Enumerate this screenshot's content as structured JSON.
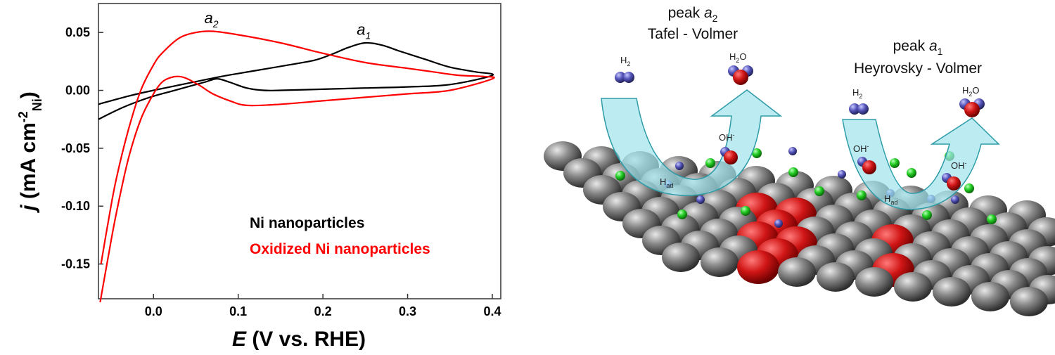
{
  "chart_data": {
    "type": "line",
    "title": "",
    "xlabel_symbol": "E",
    "xlabel_text": " (V vs. RHE)",
    "ylabel_symbol": "j",
    "ylabel_pre": " (mA cm",
    "ylabel_sup": "-2",
    "ylabel_sub": "Ni",
    "ylabel_post": ")",
    "xlim": [
      -0.065,
      0.41
    ],
    "ylim": [
      -0.18,
      0.075
    ],
    "x_ticks": [
      0.0,
      0.1,
      0.2,
      0.3,
      0.4
    ],
    "x_tick_labels": [
      "0.0",
      "0.1",
      "0.2",
      "0.3",
      "0.4"
    ],
    "y_ticks": [
      0.05,
      0.0,
      -0.05,
      -0.1,
      -0.15
    ],
    "y_tick_labels": [
      "0.05",
      "0.00",
      "-0.05",
      "-0.10",
      "-0.15"
    ],
    "grid": false,
    "legend_position": "bottom-right",
    "annotations": [
      {
        "symbol": "a",
        "sub": "2",
        "x": 0.065,
        "y": 0.058
      },
      {
        "symbol": "a",
        "sub": "1",
        "x": 0.245,
        "y": 0.048
      }
    ],
    "series": [
      {
        "name": "Ni nanoparticles",
        "color": "#000000",
        "x": [
          -0.065,
          -0.04,
          -0.02,
          0.0,
          0.02,
          0.04,
          0.06,
          0.075,
          0.09,
          0.11,
          0.13,
          0.15,
          0.2,
          0.25,
          0.3,
          0.35,
          0.4,
          0.38,
          0.35,
          0.32,
          0.29,
          0.27,
          0.25,
          0.23,
          0.21,
          0.19,
          0.16,
          0.12,
          0.08,
          0.04,
          0.0,
          -0.03,
          -0.065
        ],
        "y": [
          -0.025,
          -0.016,
          -0.01,
          -0.005,
          -0.001,
          0.003,
          0.007,
          0.01,
          0.007,
          0.002,
          0.0,
          0.0,
          0.001,
          0.002,
          0.003,
          0.005,
          0.013,
          0.016,
          0.02,
          0.027,
          0.034,
          0.039,
          0.041,
          0.037,
          0.031,
          0.026,
          0.022,
          0.017,
          0.012,
          0.006,
          0.0,
          -0.005,
          -0.012
        ]
      },
      {
        "name": "Oxidized Ni nanoparticles",
        "color": "#ff0000",
        "x": [
          -0.063,
          -0.055,
          -0.045,
          -0.03,
          -0.015,
          0.0,
          0.01,
          0.02,
          0.03,
          0.04,
          0.055,
          0.07,
          0.09,
          0.11,
          0.15,
          0.2,
          0.25,
          0.3,
          0.35,
          0.4,
          0.39,
          0.36,
          0.33,
          0.3,
          0.25,
          0.2,
          0.15,
          0.1,
          0.07,
          0.05,
          0.03,
          0.01,
          0.0,
          -0.015,
          -0.03,
          -0.045,
          -0.055,
          -0.062
        ],
        "y": [
          -0.183,
          -0.15,
          -0.11,
          -0.06,
          -0.025,
          -0.003,
          0.007,
          0.011,
          0.012,
          0.01,
          0.004,
          -0.003,
          -0.009,
          -0.013,
          -0.012,
          -0.009,
          -0.006,
          -0.003,
          0.0,
          0.01,
          0.012,
          0.013,
          0.016,
          0.019,
          0.024,
          0.032,
          0.041,
          0.048,
          0.051,
          0.05,
          0.045,
          0.032,
          0.022,
          0.0,
          -0.035,
          -0.08,
          -0.12,
          -0.15
        ]
      }
    ]
  },
  "scheme": {
    "peak_a2": {
      "line1_pre": "peak ",
      "line1_symbol": "a",
      "line1_sub": "2",
      "line2": "Tafel - Volmer"
    },
    "peak_a1": {
      "line1_pre": "peak ",
      "line1_symbol": "a",
      "line1_sub": "1",
      "line2": "Heyrovsky - Volmer"
    },
    "labels": {
      "h2_main": "H",
      "h2_sub": "2",
      "h2o_main": "H",
      "h2o_sub": "2",
      "h2o_end": "O",
      "oh_main": "OH",
      "oh_sup": "-",
      "had_main": "H",
      "had_sub": "ad"
    },
    "colors": {
      "ni_atom": "#7a7a7a",
      "oxide": "#d01515",
      "green_site": "#22cc22",
      "h_atom": "#5555bb",
      "o_atom": "#dd1111",
      "arrow": "#9fe4ec"
    }
  }
}
